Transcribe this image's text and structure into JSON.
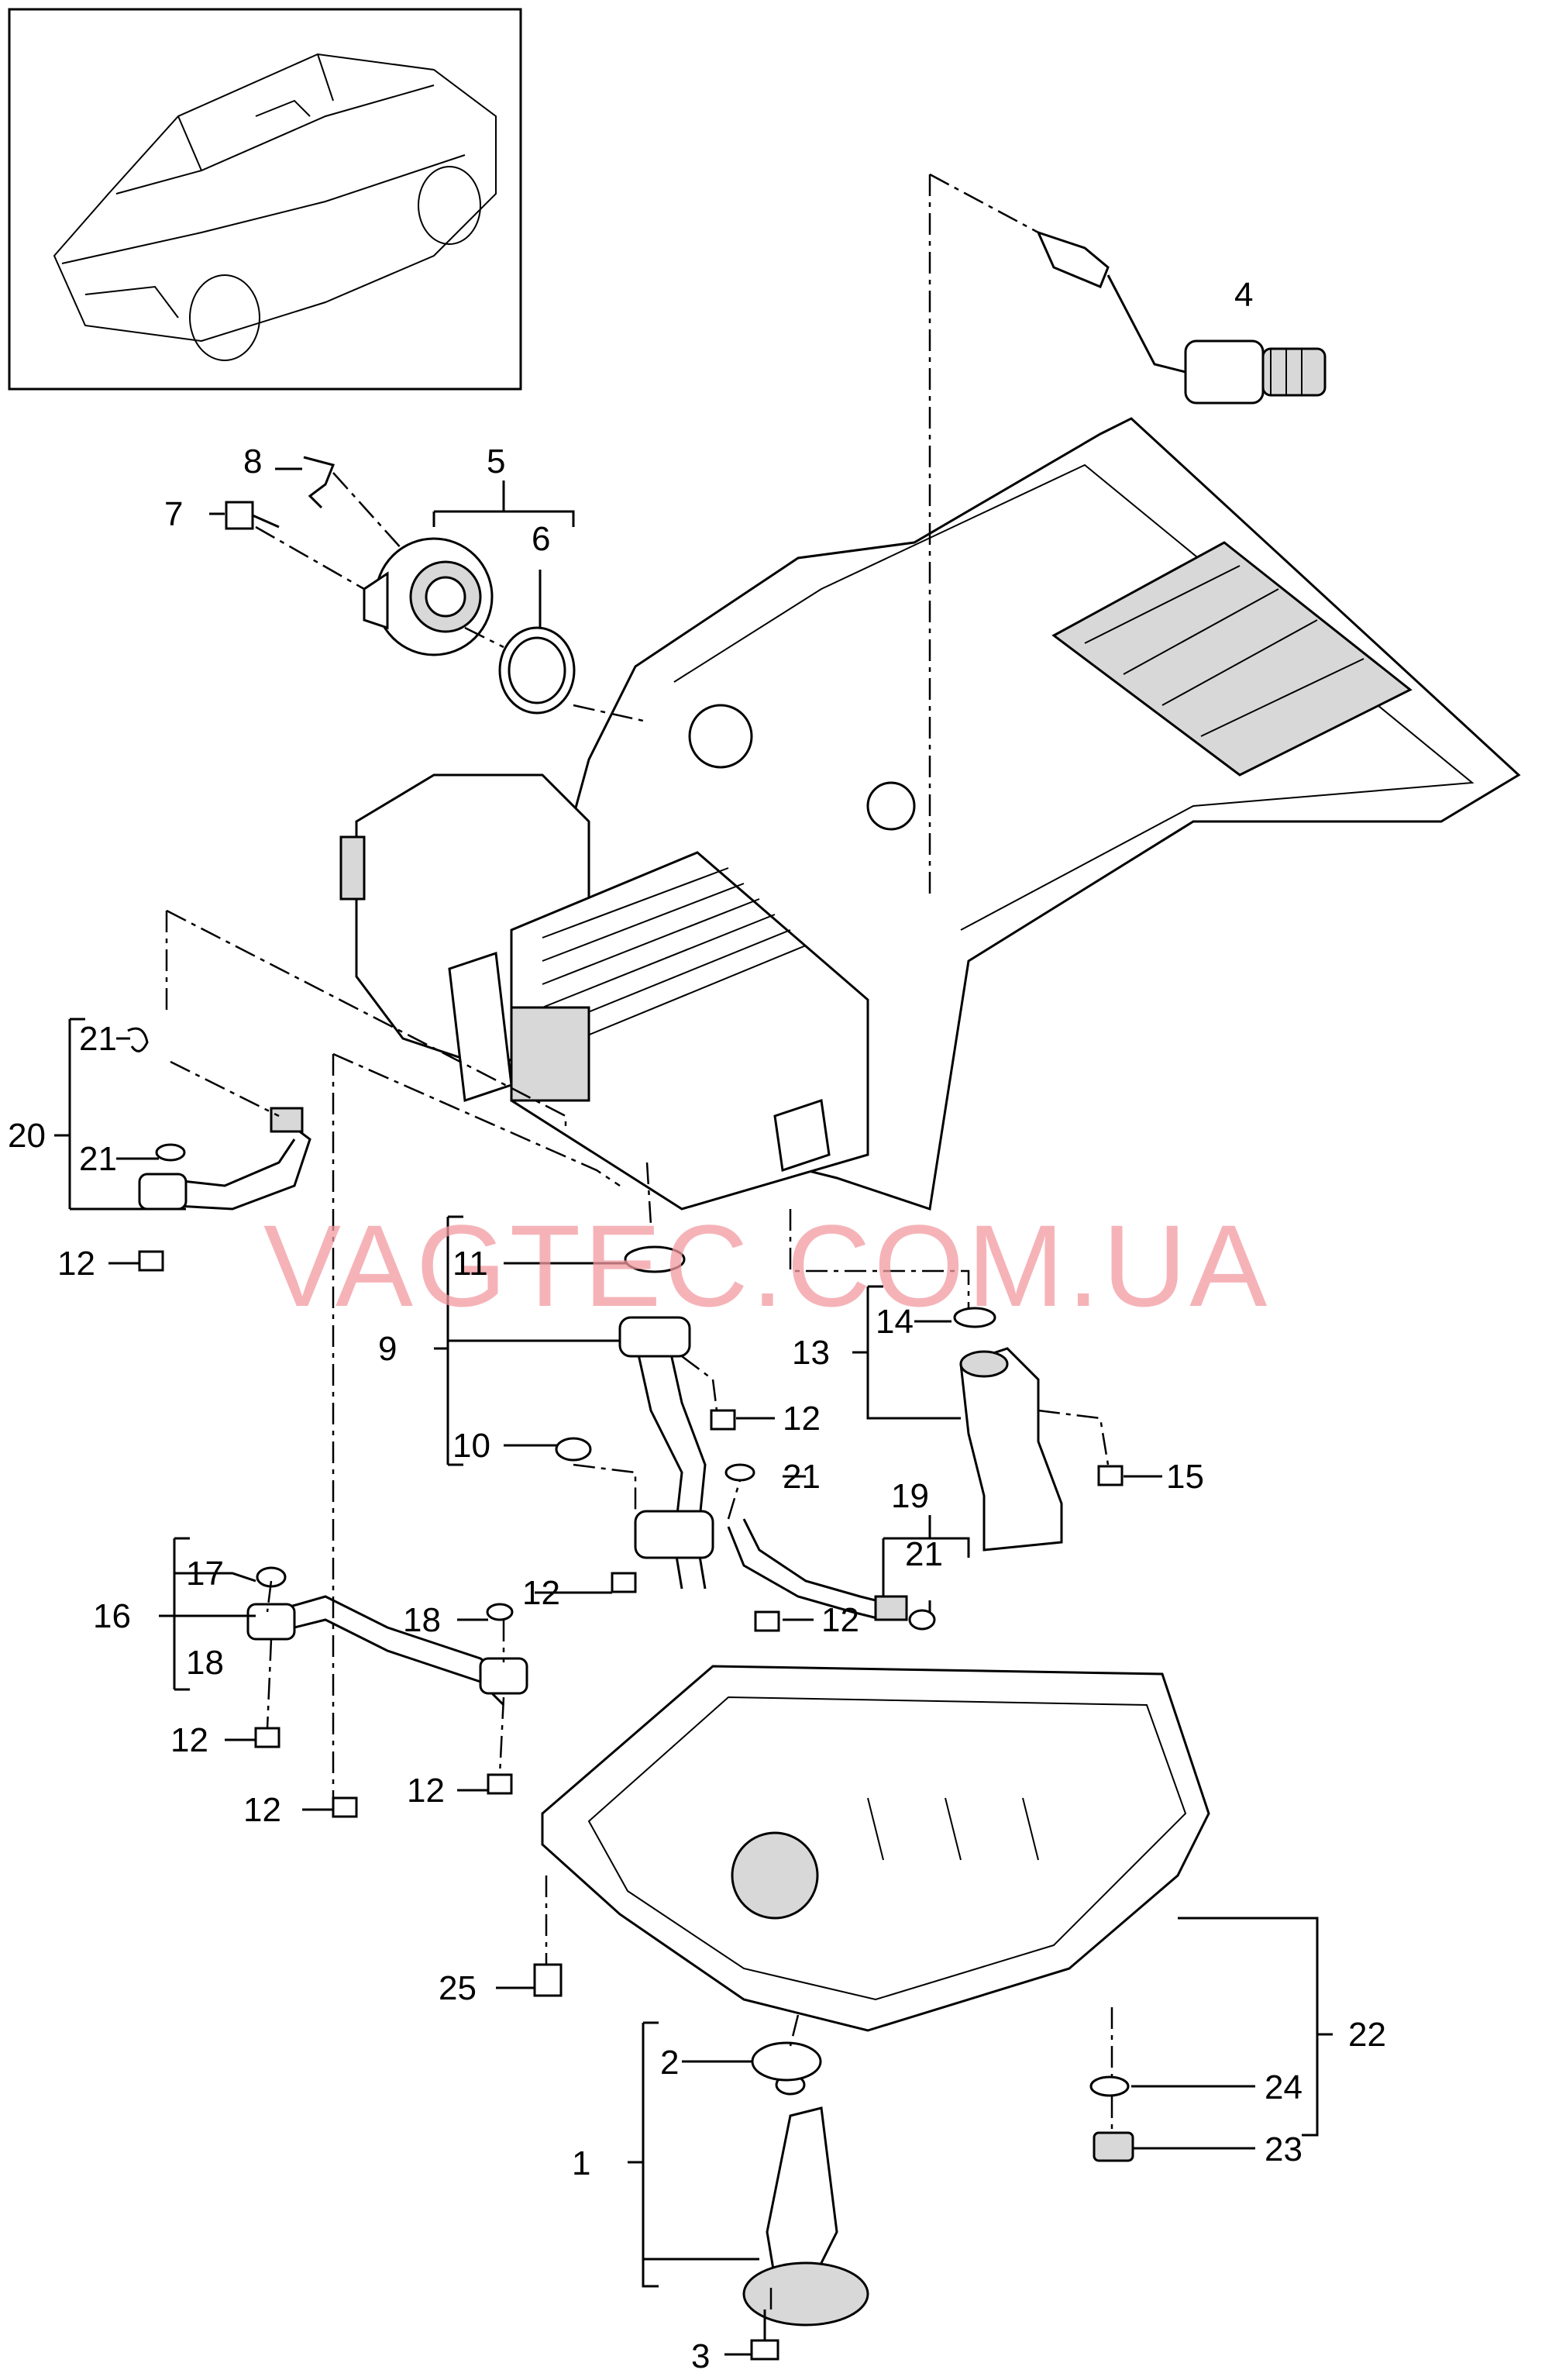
{
  "watermark": "VAGTEC.COM.UA",
  "callouts": {
    "c1": "1",
    "c2": "2",
    "c3": "3",
    "c4": "4",
    "c5": "5",
    "c6": "6",
    "c7": "7",
    "c8": "8",
    "c9": "9",
    "c10": "10",
    "c11": "11",
    "c12a": "12",
    "c12b": "12",
    "c12c": "12",
    "c12d": "12",
    "c12e": "12",
    "c12f": "12",
    "c12g": "12",
    "c13": "13",
    "c14": "14",
    "c15": "15",
    "c16": "16",
    "c17": "17",
    "c18a": "18",
    "c18b": "18",
    "c19": "19",
    "c20": "20",
    "c21a": "21",
    "c21b": "21",
    "c21c": "21",
    "c21d": "21",
    "c22": "22",
    "c23": "23",
    "c24": "24",
    "c25": "25"
  }
}
